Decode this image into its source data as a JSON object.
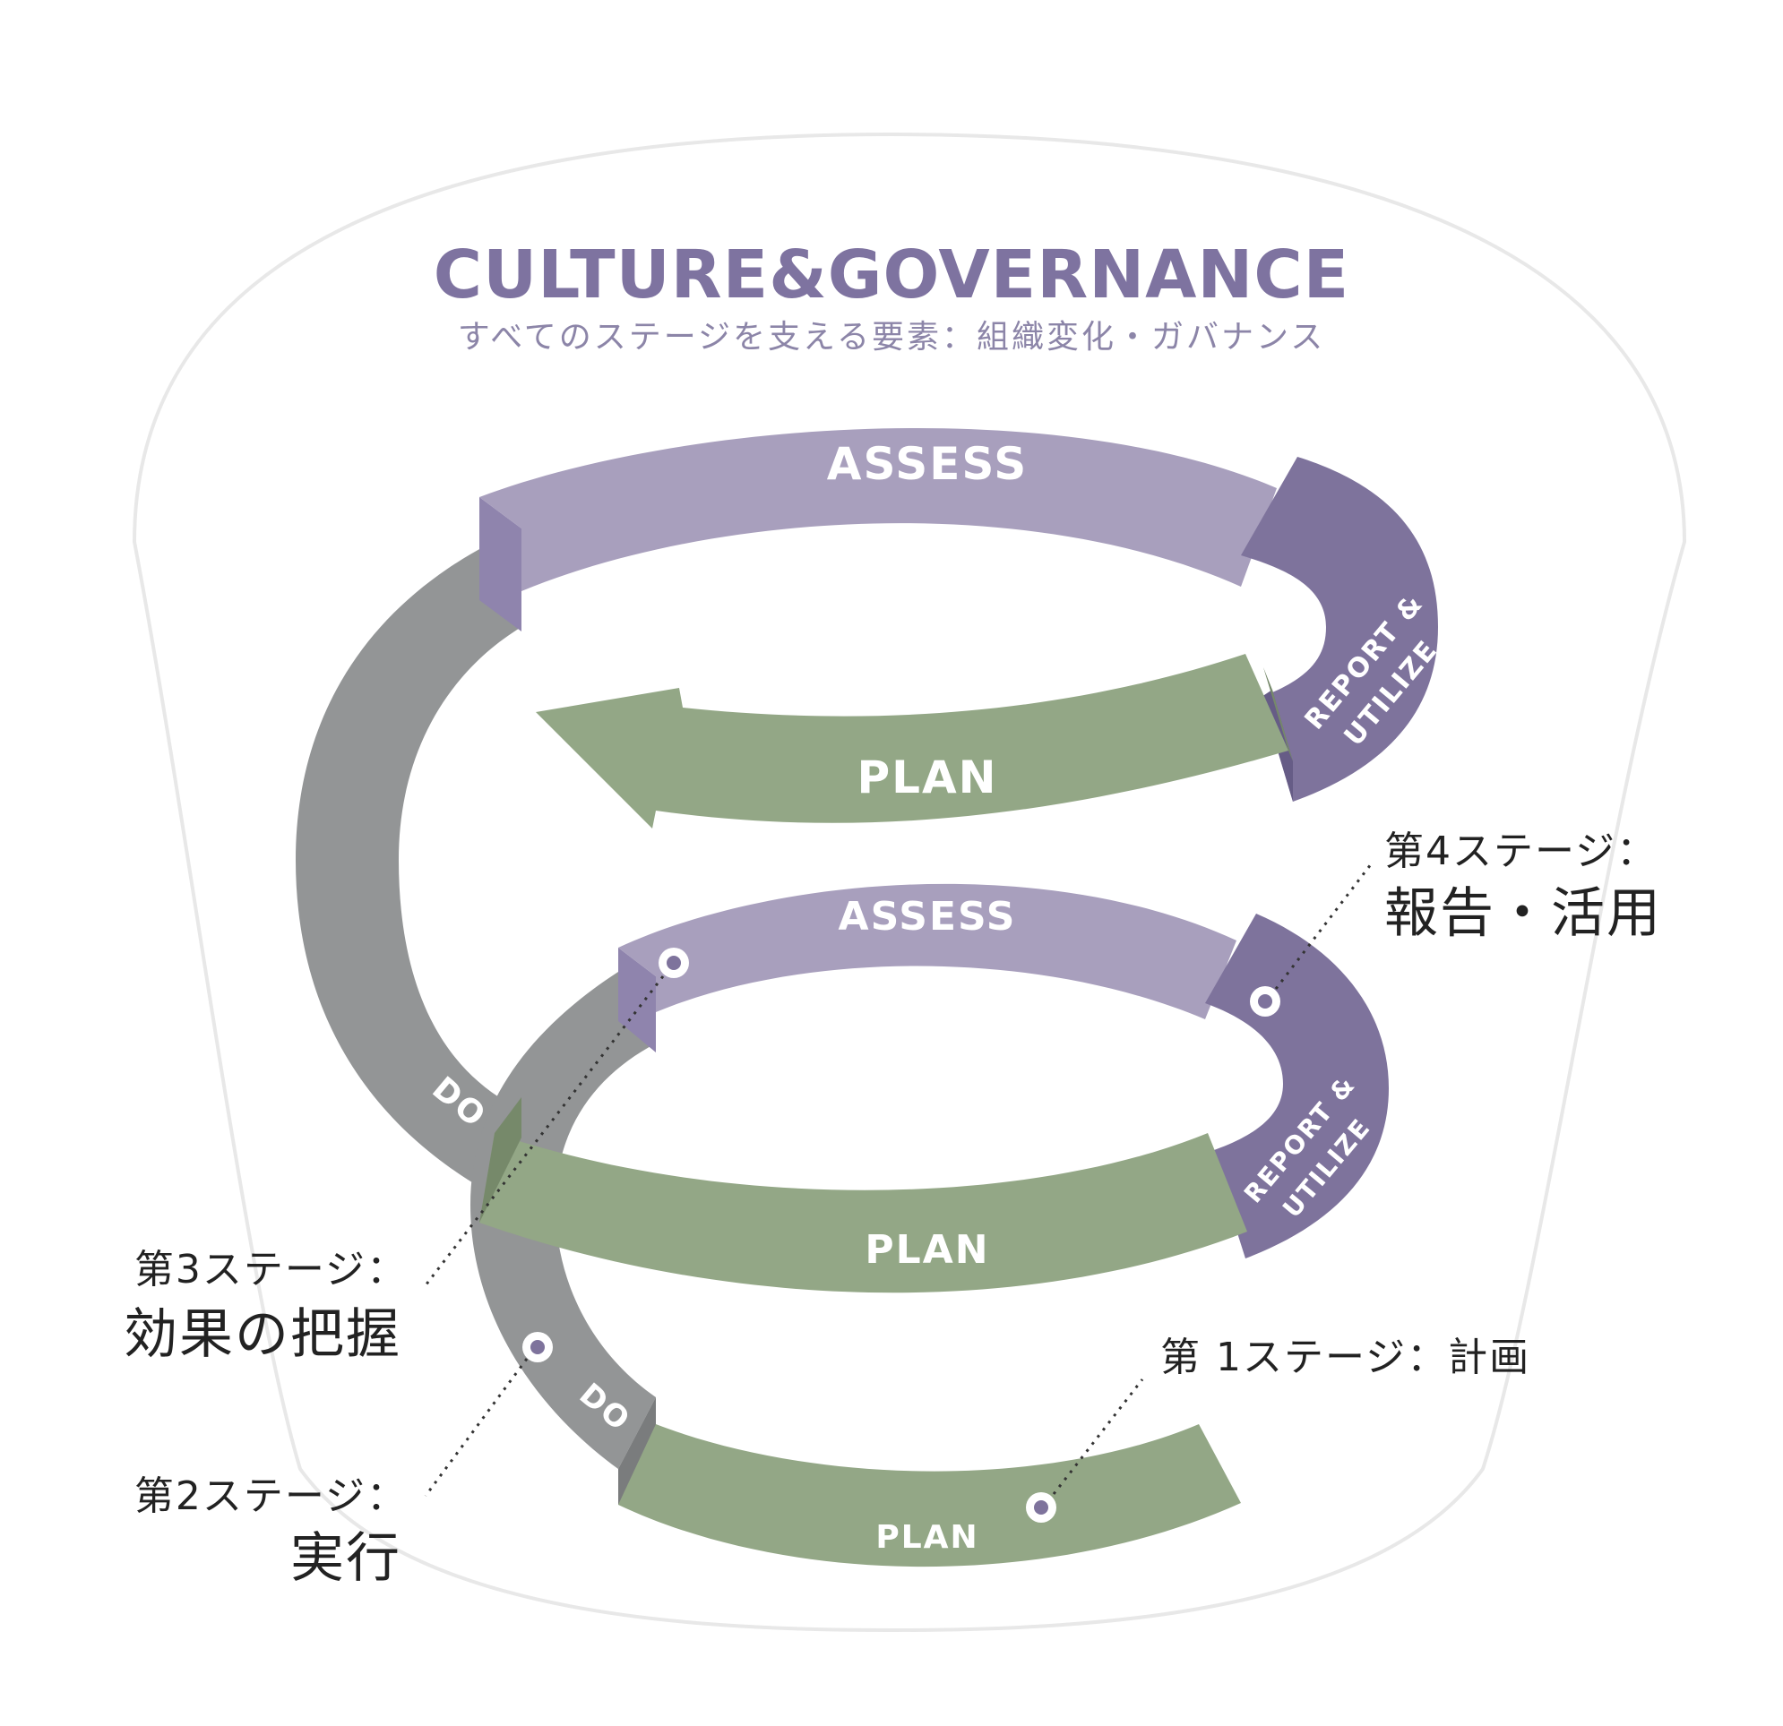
{
  "header": {
    "title": "CULTURE&GOVERNANCE",
    "subtitle": "すべてのステージを支える要素：組織変化・ガバナンス"
  },
  "upper_cycle": {
    "assess": "ASSESS",
    "report_line1": "REPORT &",
    "report_line2": "UTILIZE",
    "plan": "PLAN",
    "do": "DO"
  },
  "lower_cycle": {
    "assess": "ASSESS",
    "report_line1": "REPORT &",
    "report_line2": "UTILIZE",
    "plan": "PLAN",
    "do": "DO",
    "plan_bottom": "PLAN"
  },
  "callouts": {
    "stage1": "第 1ステージ：計画",
    "stage2_label": "第2ステージ：",
    "stage2_title": "実行",
    "stage3_label": "第3ステージ：",
    "stage3_title": "効果の把握",
    "stage4_label": "第4ステージ：",
    "stage4_title": "報告・活用"
  },
  "colors": {
    "title": "#7e73a0",
    "assess": "#a89fbd",
    "assess_side": "#8f84ad",
    "report": "#7e739c",
    "report_side": "#665c86",
    "plan": "#93a786",
    "plan_side": "#76896a",
    "do": "#939596",
    "do_side": "#7a7c7d",
    "outline": "#e8e8e8"
  },
  "icons": [
    "stage-marker-icon"
  ]
}
